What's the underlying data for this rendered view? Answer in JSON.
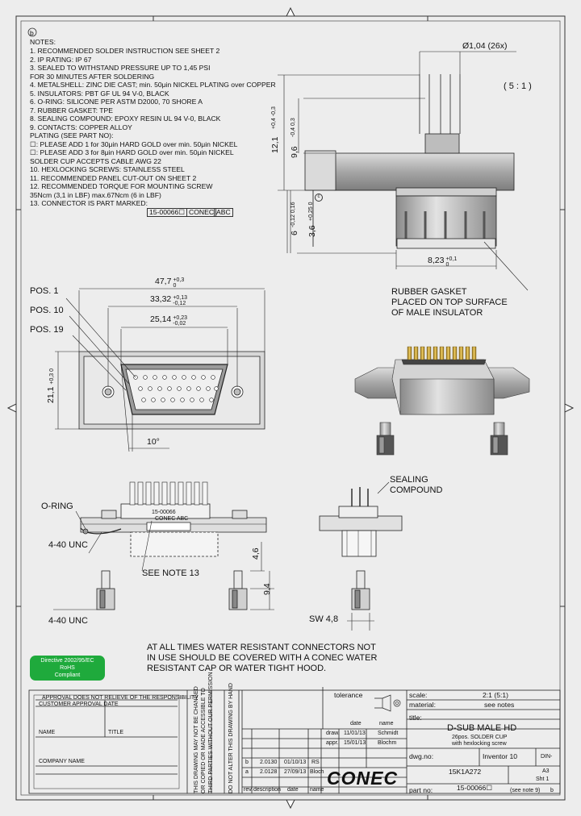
{
  "notes": {
    "title": "NOTES:",
    "items": [
      "1. RECOMMENDED SOLDER INSTRUCTION SEE SHEET 2",
      "2. IP RATING: IP 67",
      "3. SEALED TO WITHSTAND PRESSURE UP TO 1,45 PSI",
      "    FOR 30 MINUTES AFTER SOLDERING",
      "4. METALSHELL: ZINC DIE CAST; min. 50μin NICKEL PLATING over COPPER",
      "5. INSULATORS: PBT GF UL 94 V-0, BLACK",
      "6. O-RING: SILICONE PER ASTM D2000, 70 SHORE A",
      "7. RUBBER GASKET: TPE",
      "8. SEALING COMPOUND: EPOXY RESIN UL 94 V-0, BLACK",
      "9. CONTACTS: COPPER ALLOY",
      "    PLATING (SEE PART NO):",
      "    ☐: PLEASE ADD 1 for 30μin HARD GOLD over min. 50μin NICKEL",
      "    ☐: PLEASE ADD 3 for 8μin HARD GOLD over min. 50μin NICKEL",
      "    SOLDER CUP ACCEPTS CABLE AWG 22",
      "10. HEXLOCKING SCREWS: STAINLESS STEEL",
      "11. RECOMMENDED PANEL CUT-OUT ON SHEET 2",
      "12. RECOMMENDED TORQUE FOR MOUNTING SCREW",
      "    35Ncm (3,1 in LBF) max.67Ncm (6 in LBF)",
      "13. CONNECTOR IS PART MARKED:"
    ],
    "marked_part": "15-00066☐",
    "marked_brand": "CONEC",
    "marked_code": "ABC"
  },
  "labels": {
    "rev_b": "b",
    "rev_c": "c",
    "scale_view": "( 5 : 1 )",
    "pin_dia": "Ø1,04 (26x)",
    "dim_12_1": "12,1",
    "dim_12_1_tol_up": "+0,4",
    "dim_12_1_tol_dn": "-0,3",
    "dim_9_6": "9,6",
    "dim_9_6_tol_up": "-0,4",
    "dim_9_6_tol_dn": "0,3",
    "dim_6": "6",
    "dim_6_tol_up": "-0,12",
    "dim_6_tol_dn": "0,16",
    "dim_3_6": "3,6",
    "dim_3_6_tol_up": "+0,25",
    "dim_3_6_tol_dn": "0",
    "dim_8_23": "8,23",
    "dim_8_23_tol_up": "+0,1",
    "dim_8_23_tol_dn": "0",
    "gasket_1": "RUBBER GASKET",
    "gasket_2": "PLACED ON TOP SURFACE",
    "gasket_3": "OF MALE INSULATOR",
    "pos1": "POS. 1",
    "pos10": "POS. 10",
    "pos19": "POS. 19",
    "dim_47_7": "47,7",
    "dim_47_7_tol_up": "+0,3",
    "dim_47_7_tol_dn": "0",
    "dim_33_32": "33,32",
    "dim_33_32_tol_up": "+0,13",
    "dim_33_32_tol_dn": "-0,12",
    "dim_25_14": "25,14",
    "dim_25_14_tol_up": "+0,23",
    "dim_25_14_tol_dn": "-0,02",
    "dim_21_1": "21,1",
    "dim_21_1_tol_up": "+0,3",
    "dim_21_1_tol_dn": "0",
    "angle": "10°",
    "sealing_1": "SEALING",
    "sealing_2": "COMPOUND",
    "oring": "O-RING",
    "unc_1": "4-40 UNC",
    "unc_2": "4-40 UNC",
    "see_note": "SEE NOTE 13",
    "dim_4_6": "4,6",
    "dim_9_4": "9,4",
    "sw": "SW 4,8",
    "part_mark_a": "15-00066",
    "part_mark_b": "CONEC ABC",
    "water_1": "AT ALL TIMES WATER RESISTANT CONNECTORS NOT",
    "water_2": "IN USE SHOULD BE COVERED WITH A CONEC WATER",
    "water_3": "RESISTANT CAP OR WATER TIGHT HOOD."
  },
  "rohs": {
    "line1": "Directive 2002/95/EC",
    "line2": "RoHS",
    "line3": "Compliant"
  },
  "titleblock": {
    "customer_approval": "CUSTOMER APPROVAL DATE",
    "name": "NAME",
    "title": "TITLE",
    "company_name": "COMPANY NAME",
    "approval_note": "APPROVAL DOES NOT RELIEVE OF THE RESPONSIBILITY",
    "confidential_1": "THIS DRAWING MAY NOT BE CHANGED",
    "confidential_2": "OR COPIED OR MADE ACCESSIBLE TO",
    "confidential_3": "THIRD PARTIES WITHOUT OUR PERMISSION",
    "dont_alter": "DO NOT ALTER THIS DRAWING BY HAND",
    "tolerance": "tolerance",
    "scale_label": "scale:",
    "scale_value": "2:1 (5:1)",
    "material_label": "material:",
    "material_value": "see notes",
    "date_hdr": "date",
    "name_hdr": "name",
    "draw_label": "draw.",
    "draw_date": "11/01/13",
    "draw_name": "Schmidt",
    "appr_label": "appr.",
    "appr_date": "15/01/13",
    "appr_name": "Blochm",
    "title_label": "title:",
    "title_1": "D-SUB MALE HD",
    "title_2": "26pos. SOLDER CUP",
    "title_3": "with hexlocking screw",
    "dwg_label": "dwg.no:",
    "dwg_value": "15K1A272",
    "inventor": "Inventor 10",
    "din": "DIN-",
    "format": "A3",
    "rev_row_1_rev": "b",
    "rev_row_1_desc": "2.0130",
    "rev_row_1_date": "01/10/13",
    "rev_row_1_name": "RS",
    "rev_row_2_rev": "a",
    "rev_row_2_desc": "2.0128",
    "rev_row_2_date": "27/09/13",
    "rev_row_2_name": "Bloch",
    "rev_hdr": "rev.",
    "desc_hdr": "description",
    "revdate_hdr": "date",
    "revname_hdr": "name",
    "brand": "CONEC",
    "partno_label": "part no:",
    "partno_value": "15-00066☐",
    "see_note9": "(see note 9)",
    "sheet_label": "Sht 1",
    "sheet_rev": "b"
  },
  "colors": {
    "line": "#222222",
    "metal": "#a8a8a8",
    "metal_light": "#cfcfcf",
    "gold": "#c8a13a",
    "rohs_green": "#1faa3c"
  }
}
